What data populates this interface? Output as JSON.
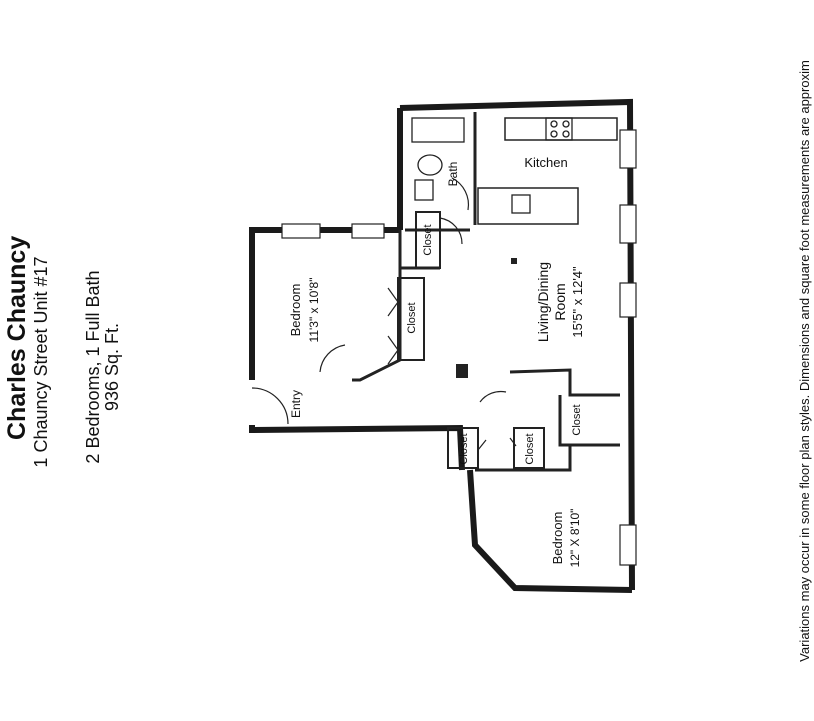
{
  "header": {
    "title": "Charles Chauncy",
    "address": "1 Chauncy Street Unit #17",
    "beds_baths": "2 Bedrooms, 1 Full Bath",
    "area": "936 Sq. Ft."
  },
  "rooms": {
    "kitchen": "Kitchen",
    "bath": "Bath",
    "closet_bath": "Closet",
    "bedroom1": "Bedroom",
    "bedroom1_dim": "11'3\" x 10'8\"",
    "closet_bed1": "Closet",
    "living": "Living/Dining",
    "living2": "Room",
    "living_dim": "15'5\" x 12'4\"",
    "entry": "Entry",
    "closet_hall1": "Closet",
    "closet_hall2": "Closet",
    "closet_bed2": "Closet",
    "bedroom2": "Bedroom",
    "bedroom2_dim": "12\" X 8'10\""
  },
  "disclaimer": "Variations may occur in some floor plan styles. Dimensions and square foot measurements are approxim",
  "colors": {
    "wall": "#1a1a1a",
    "line": "#222222"
  }
}
